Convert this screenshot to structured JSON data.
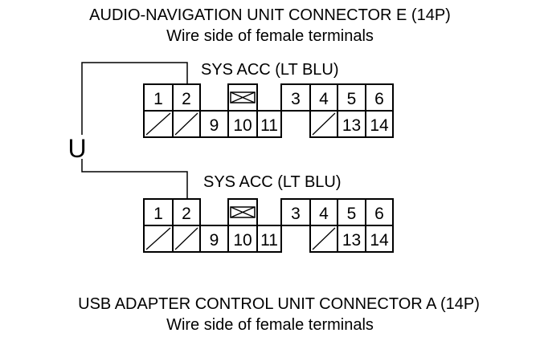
{
  "top_title": "AUDIO-NAVIGATION UNIT CONNECTOR E (14P)",
  "top_subtitle": "Wire side of female terminals",
  "bottom_title": "USB ADAPTER CONTROL UNIT CONNECTOR A (14P)",
  "bottom_subtitle": "Wire side of female terminals",
  "wire_label_top": "SYS ACC (LT BLU)",
  "wire_label_bottom": "SYS ACC (LT BLU)",
  "continuity_symbol": "U",
  "connector_top": {
    "row1": [
      "1",
      "2",
      "",
      "3",
      "4",
      "5",
      "6"
    ],
    "row2": [
      "",
      "",
      "9",
      "10",
      "11",
      "",
      "13",
      "14"
    ]
  },
  "connector_bottom": {
    "row1": [
      "1",
      "2",
      "",
      "3",
      "4",
      "5",
      "6"
    ],
    "row2": [
      "",
      "",
      "9",
      "10",
      "11",
      "",
      "13",
      "14"
    ]
  }
}
